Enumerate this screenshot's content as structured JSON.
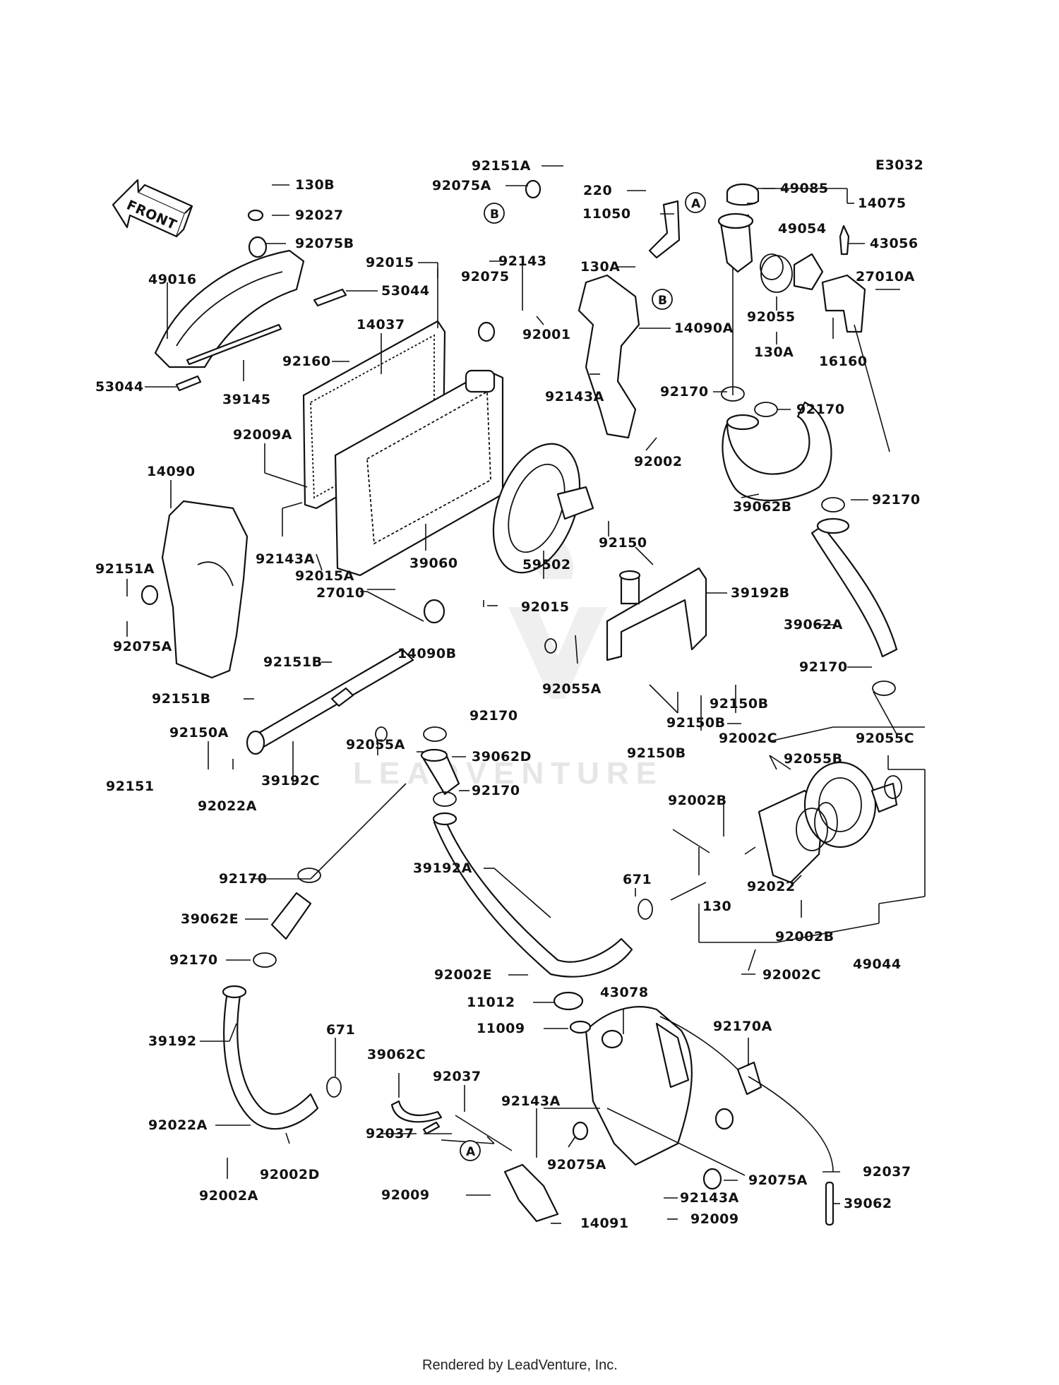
{
  "diagram_id": "E3032",
  "front_label": "FRONT",
  "footer": "Rendered by LeadVenture, Inc.",
  "watermark": "LEADVENTURE",
  "reference_markers": [
    "A",
    "B"
  ],
  "callouts": [
    "92151A",
    "92075A",
    "130B",
    "92027",
    "92075B",
    "49016",
    "53044",
    "53044",
    "39145",
    "92015",
    "14037",
    "92160",
    "92009A",
    "14090",
    "92151A",
    "92075A",
    "92143A",
    "92015A",
    "27010",
    "14090B",
    "39060",
    "92015",
    "59502",
    "92150",
    "92143",
    "92075",
    "92001",
    "92143A",
    "14090A",
    "92002",
    "220",
    "11050",
    "130A",
    "49085",
    "14075",
    "49054",
    "43056",
    "27010A",
    "92055",
    "130A",
    "16160",
    "92170",
    "92170",
    "39062B",
    "92170",
    "39192B",
    "39062A",
    "92170",
    "92055A",
    "92150B",
    "92150B",
    "92150B",
    "92151B",
    "92151B",
    "92150A",
    "92055A",
    "39192C",
    "92022A",
    "92151",
    "92170",
    "39062D",
    "92170",
    "92002C",
    "92055C",
    "92055B",
    "92002B",
    "92022",
    "130",
    "92002B",
    "49044",
    "671",
    "39192A",
    "92002C",
    "92002E",
    "92170",
    "39062E",
    "92170",
    "39192",
    "671",
    "92022A",
    "92002D",
    "92002A",
    "43078",
    "11012",
    "11009",
    "92170A",
    "39062C",
    "92037",
    "92143A",
    "92037",
    "92075A",
    "92009",
    "14091",
    "92075A",
    "92143A",
    "92009",
    "92037",
    "39062"
  ]
}
